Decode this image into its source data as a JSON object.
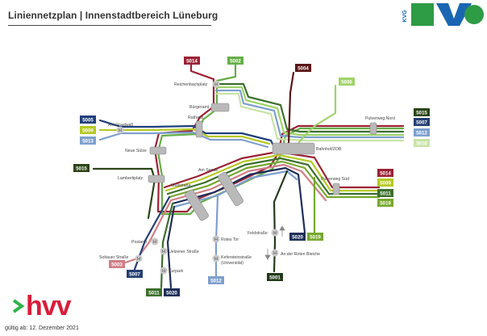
{
  "header": {
    "title": "Liniennetzplan | Innenstadtbereich Lüneburg"
  },
  "logos": {
    "kvg": "KVG",
    "hvv": "hvv"
  },
  "footer": {
    "valid_from": "gültig ab: 12. Dezember 2021"
  },
  "colors": {
    "l5001": "#233a1a",
    "l5002": "#65ae46",
    "l5003": "#cf7f86",
    "l5004": "#5b1616",
    "l5005": "#1f3f7a",
    "l5006": "#9fd36a",
    "l5007": "#243f72",
    "l5009": "#b5c925",
    "l5011": "#3c6f2d",
    "l5012": "#7e9fcd",
    "l5013": "#7e9fcd",
    "l5014": "#9c2235",
    "l5015": "#2c4517",
    "l5016": "#c9e2a6",
    "l5019": "#76a82e",
    "l5020": "#1f2f58",
    "kvg_green": "#2e9b45",
    "kvg_blue": "#1a66b3",
    "hvv_red": "#d81e3a",
    "hvv_green": "#2fb44a"
  },
  "stops": {
    "reichenbachplatz": "Reichenbachplatz",
    "buergeramt": "Bürgeramt",
    "rathaus": "Rathaus",
    "am_graalwall": "Am Graalwall",
    "neue_suelze": "Neue Sülze",
    "lambertiplatz": "Lambertiplatz",
    "wallstrasse": "Wallstraße",
    "am_sande": "Am Sande",
    "bahnhof_zob": "Bahnhof/ZOB",
    "pulverweg_nord": "Pulverweg Nord",
    "pulverweg_sued": "Pulverweg Süd",
    "postamt": "Postamt",
    "uelzener_strasse": "Uelzener Straße",
    "soltauer_strasse": "Soltauer Straße",
    "kurpark": "Kurpark",
    "rotes_tor": "Rotes Tor",
    "kefersteinstrasse_1": "Kefersteinstraße",
    "kefersteinstrasse_2": "(Universität)",
    "feldstrasse": "Feldstraße",
    "an_der_roten_bleiche": "An der Roten Bleiche"
  },
  "stop_symbol": "H",
  "badges": {
    "top_5014": "5014",
    "top_5002": "5002",
    "top_5004": "5004",
    "top_5006": "5006",
    "left_5005": "5005",
    "left_5009": "5009",
    "left_5013": "5013",
    "left_5015": "5015",
    "right_5015": "5015",
    "right_5007": "5007",
    "right_5012": "5012",
    "right_5016": "5016",
    "right_5014": "5014",
    "right_5009": "5009",
    "right_5011": "5011",
    "right_5019": "5019",
    "mid_5020": "5020",
    "mid_5019": "5019",
    "bottom_5001": "5001",
    "bottom_5003": "5003",
    "bottom_5007": "5007",
    "bottom_5012": "5012",
    "bottom_5011": "5011",
    "bottom_5020": "5020"
  }
}
